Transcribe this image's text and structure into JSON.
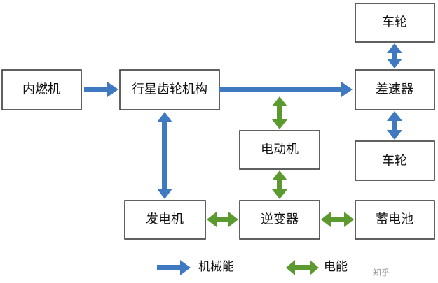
{
  "nodes": {
    "engine": "内燃机",
    "planetary": "行星齿轮机构",
    "differential": "差速器",
    "wheel_top": "车轮",
    "wheel_bottom": "车轮",
    "motor": "电动机",
    "generator": "发电机",
    "inverter": "逆变器",
    "battery": "蓄电池"
  },
  "legend": {
    "mechanical": "机械能",
    "electrical": "电能"
  },
  "colors": {
    "mechanical": "#3f79c2",
    "electrical": "#5c9a2f",
    "box_border": "#3a3a3a"
  },
  "watermark": "知乎"
}
